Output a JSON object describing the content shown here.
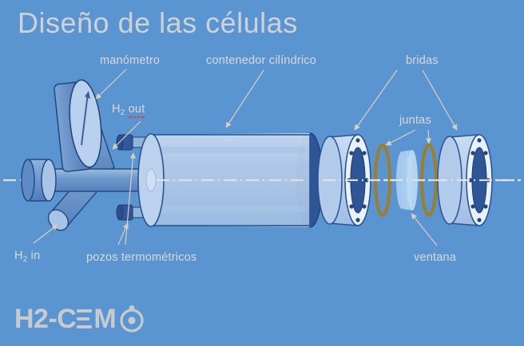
{
  "page": {
    "title": "Diseño de las células",
    "background_color": "#5b95d1",
    "text_color": "#d3d7da"
  },
  "labels": {
    "manometro": "manómetro",
    "contenedor": "contenedor cilíndrico",
    "bridas": "bridas",
    "juntas": "juntas",
    "ventana": "ventana",
    "pozos": "pozos termométricos",
    "h2_out_formula": "H",
    "h2_out_sub": "2",
    "h2_out_word": "out",
    "h2_in_formula": "H",
    "h2_in_sub": "2",
    "h2_in_word": "in"
  },
  "logo": {
    "part1": "H2-C",
    "part2": "M",
    "name": "H2-CEMO"
  },
  "colors": {
    "background": "#5b95d1",
    "label_text": "#d4d8da",
    "leader_line": "#d9cfc0",
    "centerline": "#e6e2dc",
    "metal_light": "#bcd0ea",
    "metal_mid": "#7ba4d4",
    "metal_dark": "#3a5f9c",
    "outline": "#1f3f72",
    "gasket_gold": "#9a7f33",
    "glass": "#a8cdee",
    "spellcheck_underline": "#e0392f"
  },
  "diagram": {
    "type": "exploded-assembly",
    "components": [
      "manómetro",
      "H2 out",
      "H2 in",
      "pozos termométricos",
      "contenedor cilíndrico",
      "bridas",
      "juntas",
      "ventana"
    ]
  }
}
